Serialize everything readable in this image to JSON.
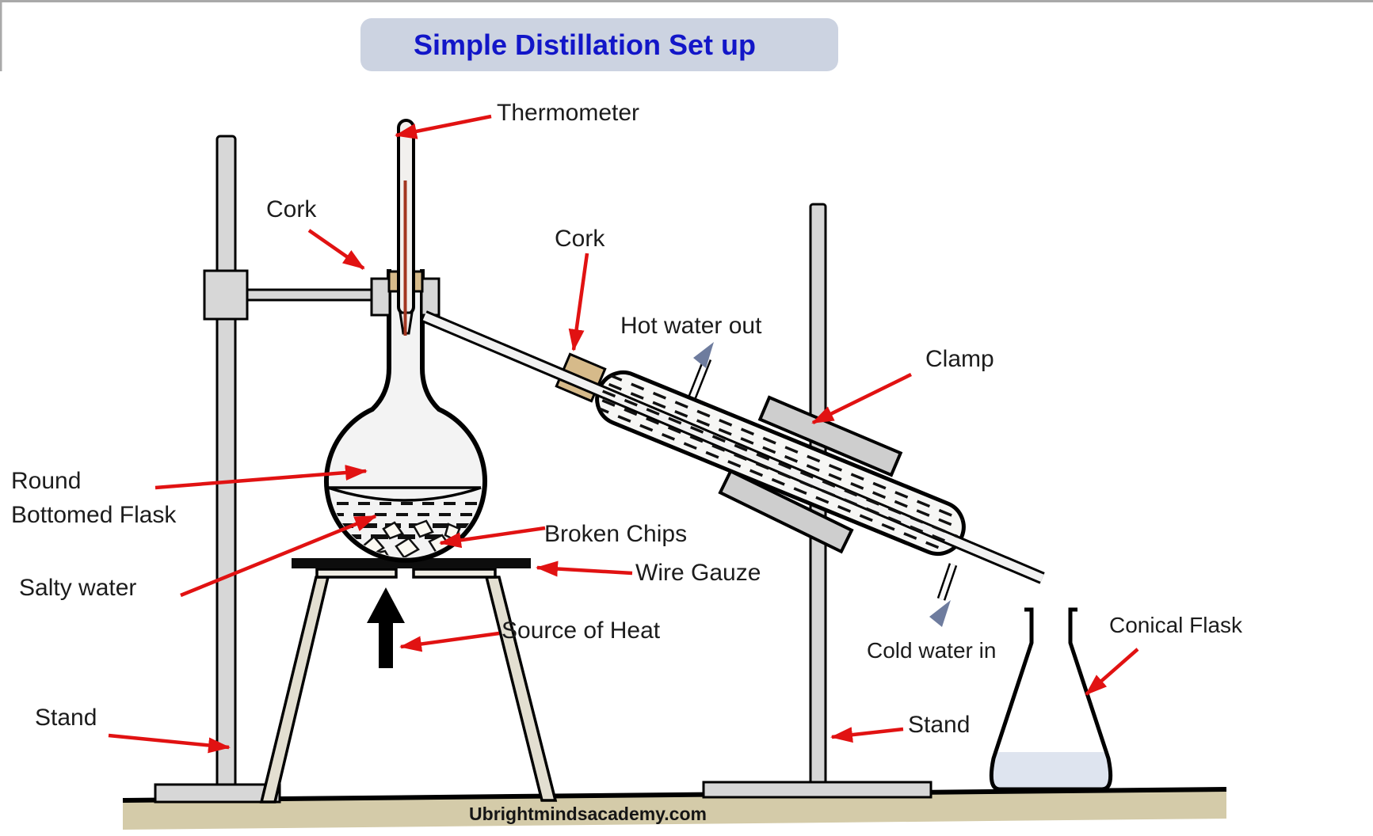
{
  "title": "Simple Distillation Set up",
  "watermark": "Ubrightmindsacademy.com",
  "labels": {
    "thermometer": "Thermometer",
    "cork_left": "Cork",
    "cork_right": "Cork",
    "hot_water_out": "Hot water out",
    "clamp": "Clamp",
    "round_bottomed_flask_line1": "Round",
    "round_bottomed_flask_line2": "Bottomed Flask",
    "salty_water": "Salty water",
    "broken_chips": "Broken Chips",
    "wire_gauze": "Wire Gauze",
    "source_of_heat": "Source of Heat",
    "cold_water_in": "Cold water in",
    "conical_flask": "Conical Flask",
    "stand_left": "Stand",
    "stand_right": "Stand"
  },
  "colors": {
    "title_text": "#1216c8",
    "title_background": "#ccd3e1",
    "label_text": "#1c1c1c",
    "pointer_arrow": "#e11212",
    "water_flow_arrow": "#6e7c9e",
    "cork": "#d6ba8a",
    "metal_gray": "#d7d7d7",
    "table_tan": "#d4cba9",
    "glass_fill": "#f3f3f3",
    "conical_liquid": "#dee4ef",
    "thermometer_fluid": "#a33621",
    "outline": "#000000"
  }
}
